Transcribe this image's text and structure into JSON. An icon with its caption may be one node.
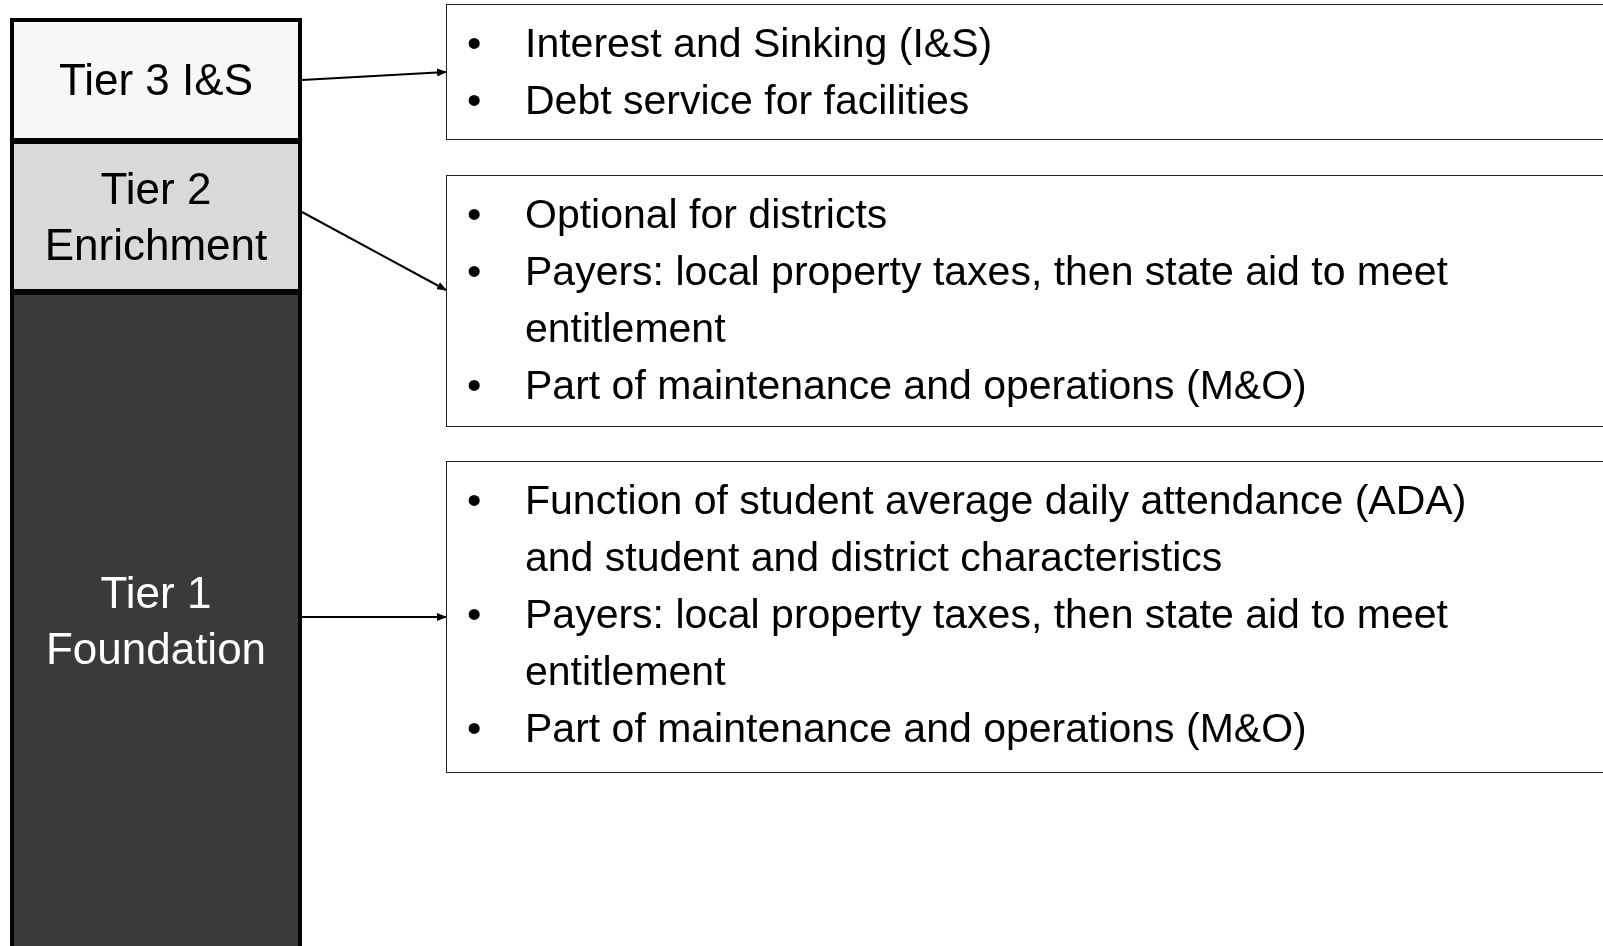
{
  "diagram": {
    "nodes": [
      {
        "text": [
          "Tier 3 I&S"
        ]
      },
      {
        "text": [
          "Tier 2 Enrichment"
        ]
      },
      {
        "text": [
          "Tier 1 Foundation"
        ]
      },
      {
        "text": [
          "• Interest and Sinking (I&S)",
          "• Debt service for facilities"
        ]
      },
      {
        "text": [
          "• Optional for districts",
          "• Payers: local property taxes, then state aid to meet entitlement",
          "• Part of maintenance and operations (M&O)"
        ]
      },
      {
        "text": [
          "• Function of student average daily attendance (ADA) and student and district characteristics",
          "• Payers: local property taxes, then state aid to meet entitlement",
          "• Part of maintenance and operations (M&O)"
        ]
      }
    ],
    "edges": [
      {
        "from": 0,
        "to": 3,
        "arrow": "to"
      },
      {
        "from": 1,
        "to": 4,
        "arrow": "to"
      },
      {
        "from": 2,
        "to": 5,
        "arrow": "to"
      }
    ]
  }
}
